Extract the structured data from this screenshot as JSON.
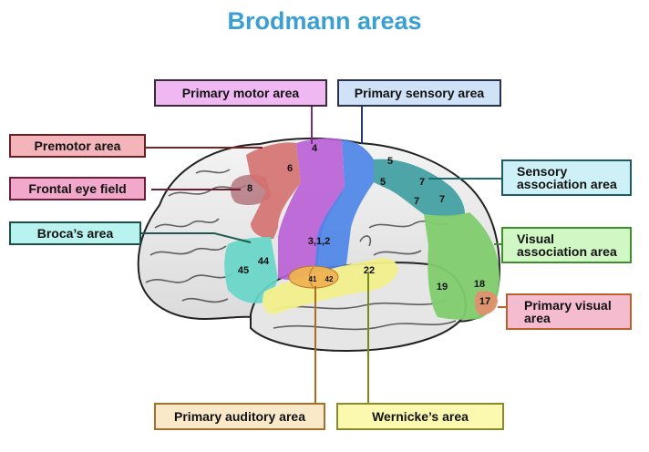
{
  "title": "Brodmann areas",
  "labels": {
    "primary_motor": "Primary motor area",
    "primary_sensory": "Primary sensory area",
    "premotor": "Premotor area",
    "frontal_eye_field": "Frontal eye field",
    "broca": "Broca’s area",
    "sensory_association_line1": "Sensory",
    "sensory_association_line2": "association area",
    "visual_association_line1": "Visual",
    "visual_association_line2": "association area",
    "primary_visual_line1": "Primary visual",
    "primary_visual_line2": "area",
    "primary_auditory": "Primary auditory area",
    "wernicke": "Wernicke’s area"
  },
  "area_numbers": {
    "a4": "4",
    "a6": "6",
    "a8": "8",
    "a312": "3,1,2",
    "a5_top": "5",
    "a5_mid": "5",
    "a7_top": "7",
    "a7_left": "7",
    "a7_right": "7",
    "a45": "45",
    "a44": "44",
    "a41": "41",
    "a42": "42",
    "a22": "22",
    "a19": "19",
    "a18": "18",
    "a17": "17"
  },
  "colors": {
    "title": "#3a9fd2",
    "primary_motor": "#b95ed6",
    "primary_sensory": "#4e86e8",
    "premotor": "#d4716f",
    "frontal_eye_field": "#b5767f",
    "broca": "#67d6c9",
    "sensory_association": "#3f9ea1",
    "visual_association": "#7fcc6e",
    "primary_visual": "#e0906e",
    "primary_auditory": "#f0b452",
    "wernicke": "#f2ef8c"
  }
}
